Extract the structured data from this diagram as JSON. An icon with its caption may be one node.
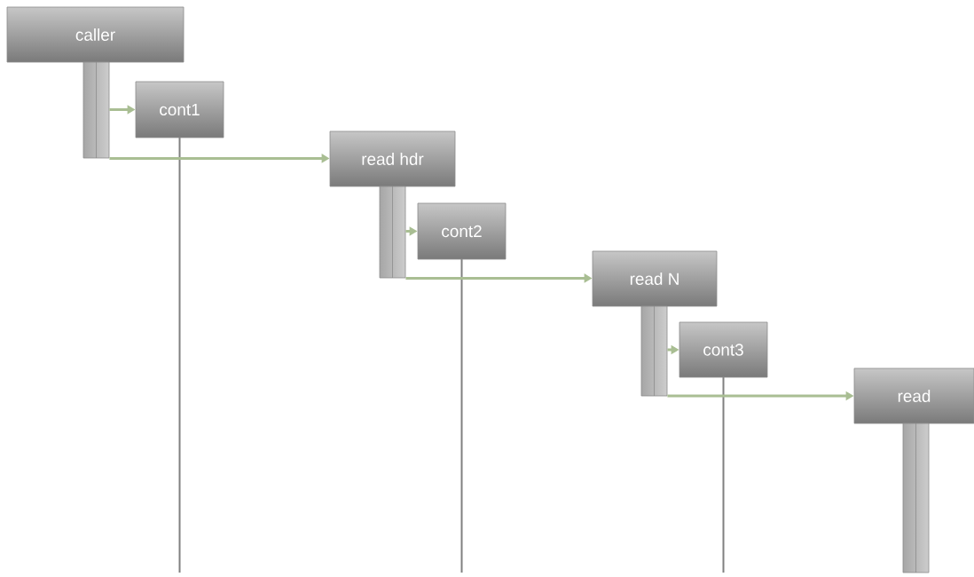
{
  "diagram": {
    "nodes": [
      {
        "text": [
          "caller"
        ]
      },
      {
        "text": [],
        "shape": "bar"
      },
      {
        "text": [
          "cont1"
        ]
      },
      {
        "text": [
          "read hdr"
        ]
      },
      {
        "text": [],
        "shape": "bar"
      },
      {
        "text": [
          "cont2"
        ]
      },
      {
        "text": [
          "read N"
        ]
      },
      {
        "text": [],
        "shape": "bar"
      },
      {
        "text": [
          "cont3"
        ]
      },
      {
        "text": [
          "read"
        ]
      },
      {
        "text": [],
        "shape": "bar"
      }
    ],
    "edges": [
      {
        "from": 1,
        "to": 2,
        "arrow": "to"
      },
      {
        "from": 1,
        "to": 3,
        "arrow": "to"
      },
      {
        "from": 4,
        "to": 5,
        "arrow": "to"
      },
      {
        "from": 4,
        "to": 6,
        "arrow": "to"
      },
      {
        "from": 7,
        "to": 8,
        "arrow": "to"
      },
      {
        "from": 7,
        "to": 9,
        "arrow": "to"
      }
    ]
  }
}
